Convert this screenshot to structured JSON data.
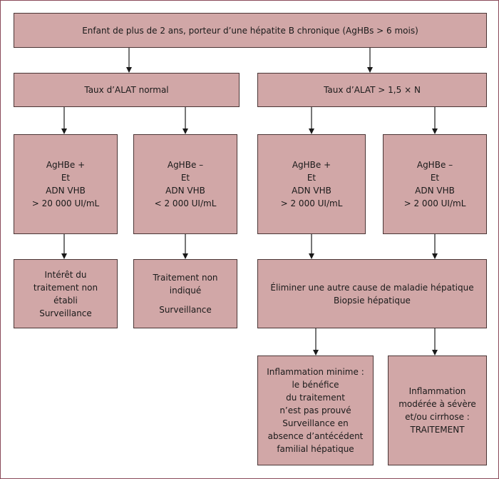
{
  "colors": {
    "box_fill": "#d1a7a7",
    "box_border": "#4a3535",
    "frame": "#8a4a5a"
  },
  "top": {
    "text": "Enfant de plus de 2 ans, porteur d’une hépatite B chronique (AgHBs > 6 mois)"
  },
  "alat_normal": {
    "text": "Taux d’ALAT normal"
  },
  "alat_high": {
    "text": "Taux d’ALAT > 1,5 × N"
  },
  "box1": {
    "lines": [
      "AgHBe +",
      "Et",
      "ADN VHB",
      "> 20 000 UI/mL"
    ]
  },
  "box2": {
    "lines": [
      "AgHBe –",
      "Et",
      "ADN VHB",
      "< 2 000 UI/mL"
    ]
  },
  "box3": {
    "lines": [
      "AgHBe +",
      "Et",
      "ADN VHB",
      "> 2 000 UI/mL"
    ]
  },
  "box4": {
    "lines": [
      "AgHBe –",
      "Et",
      "ADN VHB",
      "> 2 000 UI/mL"
    ]
  },
  "result1": {
    "lines": [
      "Intérêt du",
      "traitement non",
      "établi",
      "Surveillance"
    ]
  },
  "result2": {
    "lines": [
      "Traitement non",
      "indiqué"
    ],
    "extra": "Surveillance"
  },
  "eliminate": {
    "lines": [
      "Éliminer une autre cause de maladie hépatique",
      "Biopsie hépatique"
    ]
  },
  "inflammation_min": {
    "lines": [
      "Inflammation minime :",
      "le bénéfice",
      "du traitement",
      "n’est pas prouvé",
      "Surveillance en",
      "absence d’antécédent",
      "familial hépatique"
    ]
  },
  "inflammation_severe": {
    "lines": [
      "Inflammation",
      "modérée à sévère",
      "et/ou cirrhose :",
      "TRAITEMENT"
    ]
  }
}
